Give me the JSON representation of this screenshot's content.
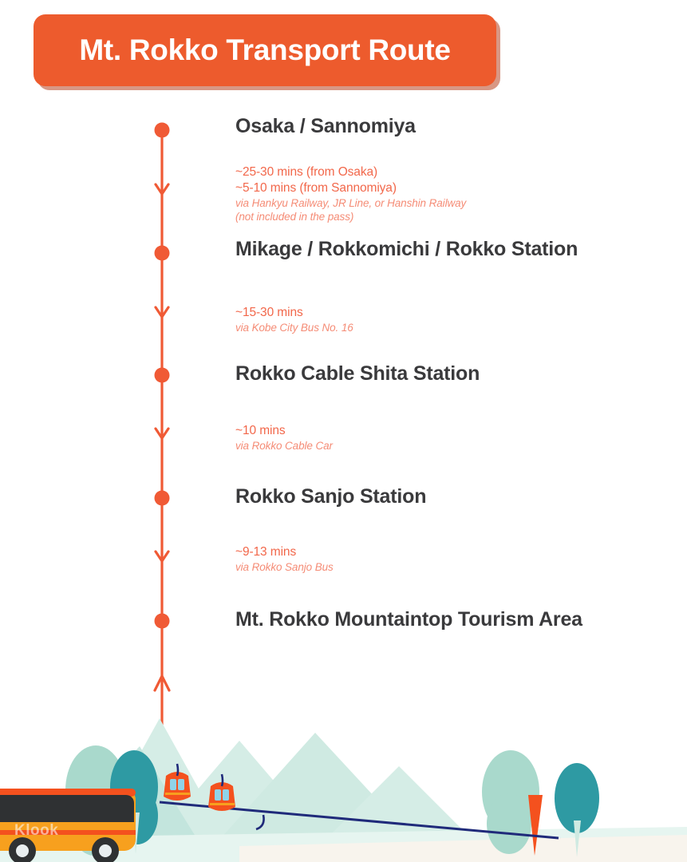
{
  "header": {
    "title": "Mt. Rokko Transport Route",
    "banner_color": "#ED5B2D",
    "title_color": "#FFFFFF"
  },
  "theme": {
    "accent": "#ED5B2D",
    "timeline_color": "#F05A35",
    "heading_color": "#3A3A3C",
    "leg_text_color": "#F2674A",
    "leg_via_color": "#F58C76",
    "mountain_light": "#D5EDE6",
    "mountain_mid": "#AFDCD2",
    "tree_teal": "#2E9AA3",
    "tree_pale": "#9FD4C8",
    "bus_orange": "#F7A01E",
    "bus_dark": "#2F3133",
    "cable_navy": "#1F2A7A",
    "gondola_orange": "#F4511E",
    "gondola_window": "#8FD3E8"
  },
  "route": {
    "stops": [
      {
        "id": "osaka-sannomiya",
        "name": "Osaka / Sannomiya",
        "leg": {
          "durations": [
            "~25-30 mins (from Osaka)",
            "~5-10 mins (from Sannomiya)"
          ],
          "via": [
            "via Hankyu Railway, JR Line, or Hanshin Railway",
            "(not included in the pass)"
          ],
          "arrow": "down"
        }
      },
      {
        "id": "mikage-rokkomichi-rokko",
        "name": "Mikage / Rokkomichi / Rokko Station",
        "leg": {
          "durations": [
            "~15-30 mins"
          ],
          "via": [
            "via Kobe City Bus No. 16"
          ],
          "arrow": "down"
        }
      },
      {
        "id": "rokko-cable-shita",
        "name": "Rokko Cable Shita Station",
        "leg": {
          "durations": [
            "~10 mins"
          ],
          "via": [
            "via Rokko Cable Car"
          ],
          "arrow": "down"
        }
      },
      {
        "id": "rokko-sanjo",
        "name": "Rokko Sanjo Station",
        "leg": {
          "durations": [
            "~9-13 mins"
          ],
          "via": [
            "via Rokko Sanjo Bus"
          ],
          "arrow": "down"
        }
      },
      {
        "id": "mt-rokko-mountaintop",
        "name": "Mt. Rokko Mountaintop Tourism Area",
        "leg": {
          "durations": [],
          "via": [],
          "arrow": "up"
        }
      }
    ]
  },
  "illustration": {
    "watermark": "Klook",
    "elements": [
      "mountain-range",
      "pine-trees",
      "cable-car-line",
      "gondola-cabin",
      "tour-bus"
    ]
  }
}
